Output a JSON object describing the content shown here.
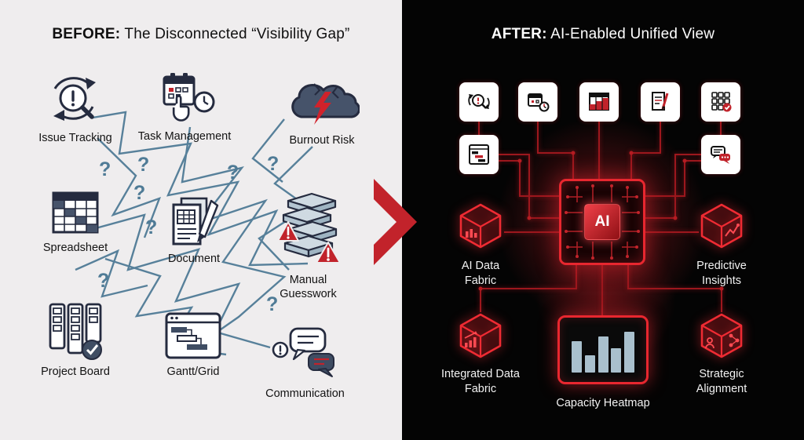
{
  "left": {
    "title": {
      "prefix": "BEFORE:",
      "rest": " The Disconnected “Visibility Gap”"
    },
    "question_mark": "?",
    "items": [
      {
        "id": "issue-tracking",
        "label": "Issue Tracking"
      },
      {
        "id": "task-management",
        "label": "Task Management"
      },
      {
        "id": "burnout-risk",
        "label": "Burnout Risk"
      },
      {
        "id": "spreadsheet",
        "label": "Spreadsheet"
      },
      {
        "id": "document",
        "label": "Document"
      },
      {
        "id": "manual-guesswork",
        "label": "Manual Guesswork"
      },
      {
        "id": "project-board",
        "label": "Project Board"
      },
      {
        "id": "gantt-grid",
        "label": "Gantt/Grid"
      },
      {
        "id": "communication",
        "label": "Communication"
      }
    ]
  },
  "right": {
    "title": {
      "prefix": "AFTER:",
      "rest": " AI-Enabled Unified View"
    },
    "chip_label": "AI",
    "mini_icons": [
      "issue-tracking",
      "task-management",
      "spreadsheet",
      "document",
      "project-board",
      "gantt-grid",
      "communication"
    ],
    "nodes": [
      {
        "id": "ai-data-fabric",
        "label": "AI Data Fabric"
      },
      {
        "id": "predictive-insights",
        "label": "Predictive Insights"
      },
      {
        "id": "integrated-data-fabric",
        "label": "Integrated Data Fabric"
      },
      {
        "id": "strategic-alignment",
        "label": "Strategic Alignment"
      }
    ],
    "capacity_heatmap": {
      "label": "Capacity Heatmap",
      "bars": [
        40,
        22,
        46,
        31,
        52
      ]
    }
  },
  "colors": {
    "accent_red": "#c1232b",
    "glow_red": "#e8272f",
    "line_blue": "#4f7b96",
    "icon_navy": "#252b3f",
    "left_bg": "#efedee",
    "right_bg": "#040404",
    "bar_steel": "#a9c0cd"
  }
}
